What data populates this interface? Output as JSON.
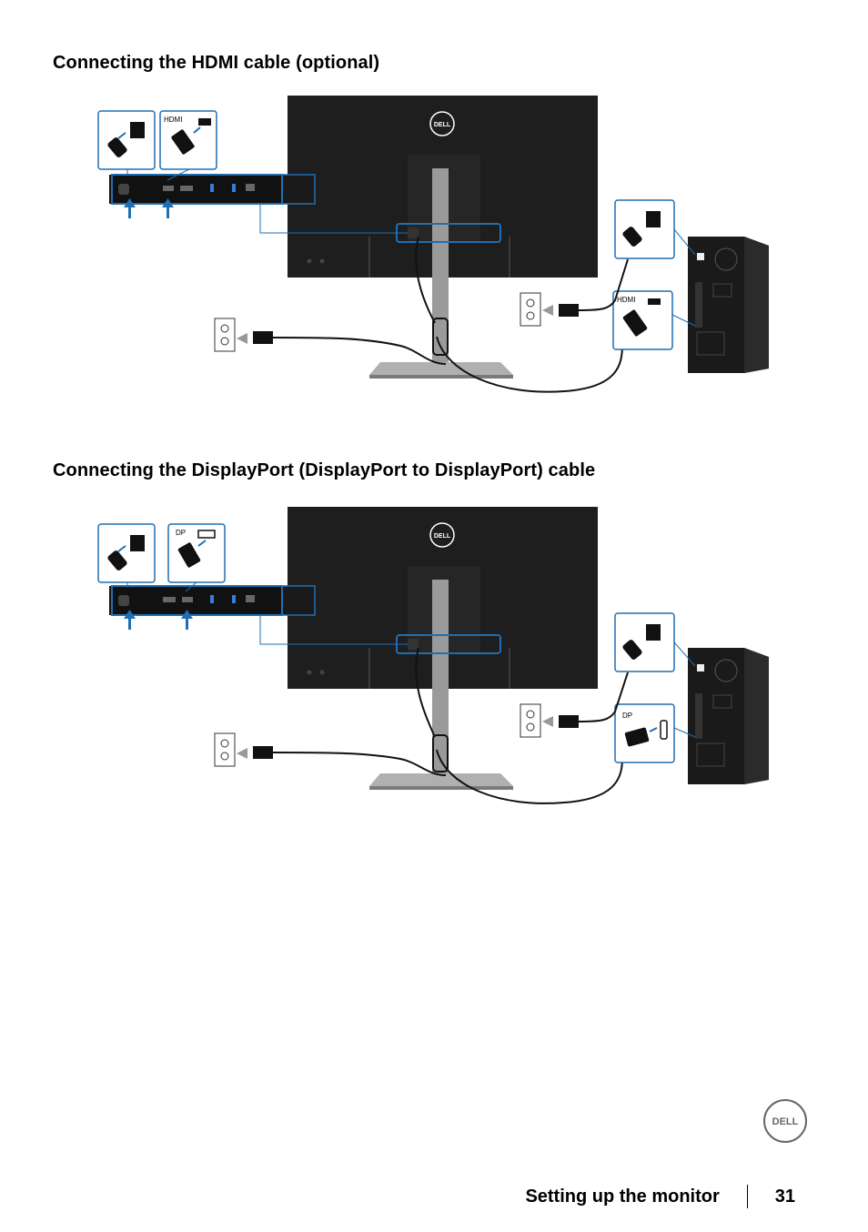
{
  "sections": [
    {
      "title": "Connecting the HDMI cable (optional)",
      "monitor_logo": "DELL",
      "inset_port_label": "HDMI",
      "pc_port_label": "HDMI"
    },
    {
      "title": "Connecting the DisplayPort (DisplayPort to DisplayPort) cable",
      "monitor_logo": "DELL",
      "inset_port_label": "DP",
      "pc_port_label": "DP"
    }
  ],
  "footer": {
    "logo": "DELL",
    "section_title": "Setting up the monitor",
    "page_number": "31"
  },
  "colors": {
    "callout_blue": "#1f6fb2",
    "monitor_body": "#1e1e1e",
    "stand_grey": "#9a9a9a"
  }
}
